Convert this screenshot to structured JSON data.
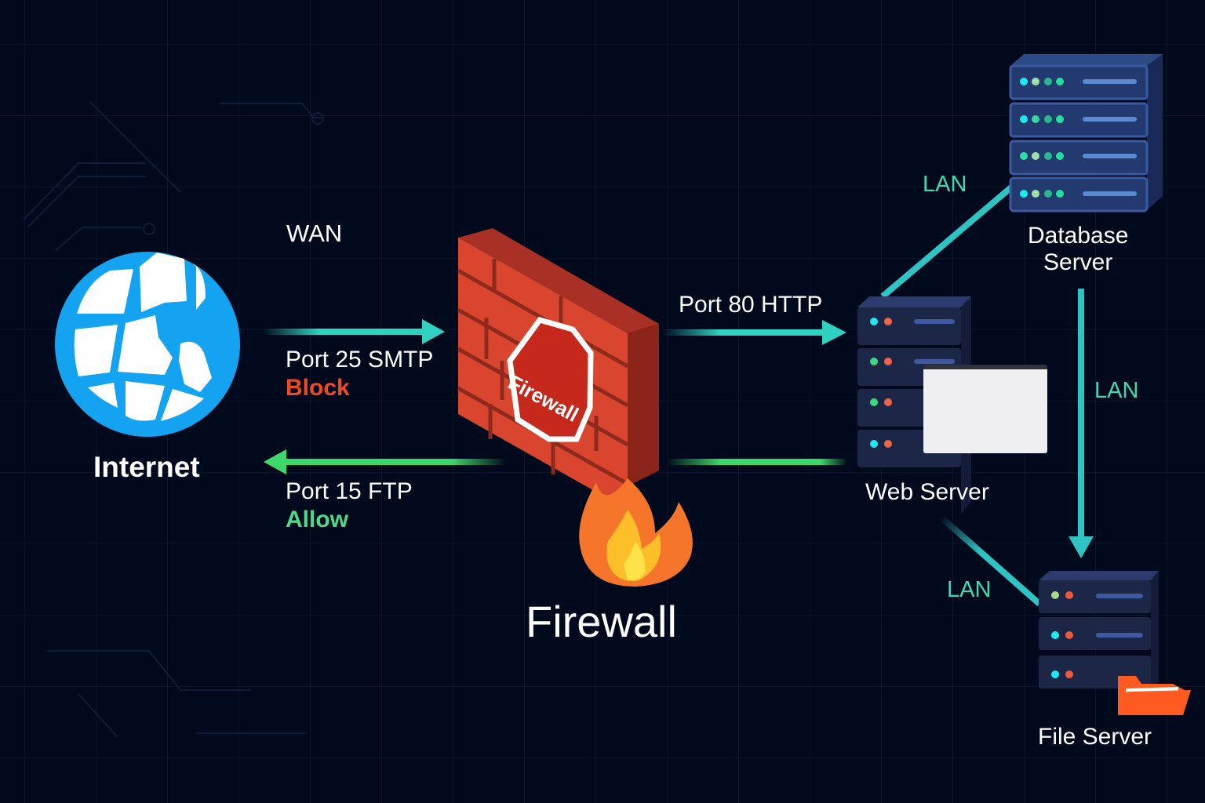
{
  "diagram": {
    "nodes": {
      "internet": {
        "label": "Internet",
        "icon": "globe-icon",
        "color": "#14a3f0"
      },
      "firewall": {
        "label": "Firewall",
        "sign_text": "Firewall",
        "icon": "brick-wall-icon",
        "color": "#d9452f"
      },
      "web_server": {
        "label": "Web Server",
        "icon": "server-rack-icon"
      },
      "database_server": {
        "label_line1": "Database",
        "label_line2": "Server",
        "icon": "server-rack-icon"
      },
      "file_server": {
        "label": "File Server",
        "icon": "server-rack-icon",
        "badge_icon": "folder-icon",
        "badge_color": "#ff5a1f"
      }
    },
    "zones": {
      "wan": "WAN"
    },
    "rules": [
      {
        "port_label": "Port 25 SMTP",
        "action": "Block",
        "action_color": "#f04a23",
        "direction": "inbound"
      },
      {
        "port_label": "Port 15 FTP",
        "action": "Allow",
        "action_color": "#4ed98a",
        "direction": "outbound"
      },
      {
        "port_label": "Port 80 HTTP",
        "direction": "inbound-to-web-server"
      }
    ],
    "links": [
      {
        "from": "web_server",
        "to": "database_server",
        "label": "LAN"
      },
      {
        "from": "database_server",
        "to": "file_server",
        "label": "LAN"
      },
      {
        "from": "web_server",
        "to": "file_server",
        "label": "LAN"
      }
    ],
    "colors": {
      "background": "#010a1c",
      "inbound_arrow": "#2fd1c0",
      "outbound_arrow": "#3ed86a",
      "lan_link": "#2ec4c4",
      "lan_text": "#3ed9b0",
      "server_body": "#1c2647"
    }
  }
}
